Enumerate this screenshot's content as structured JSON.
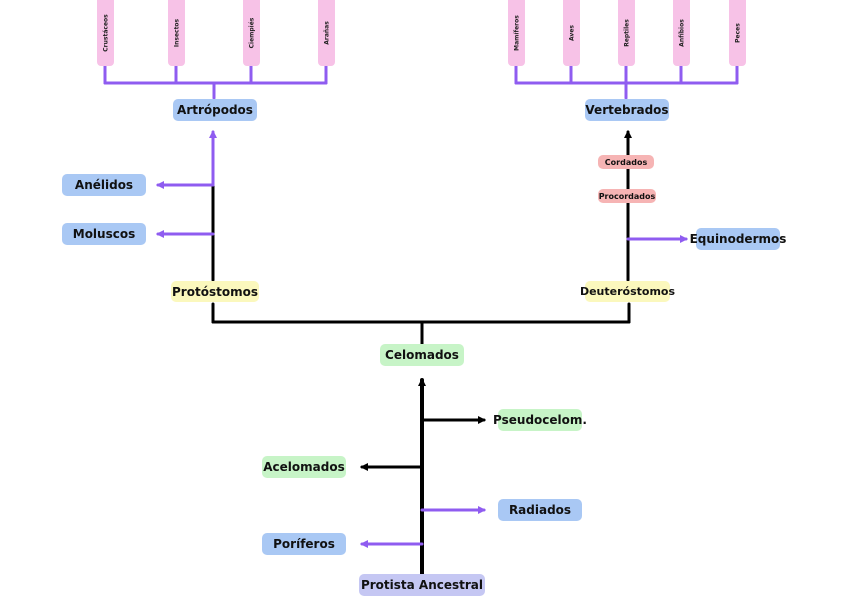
{
  "nodes": {
    "root": "Protista Ancestral",
    "poriferos": "Poríferos",
    "radiados": "Radiados",
    "acelomados": "Acelomados",
    "pseudocelom": "Pseudocelom.",
    "celomados": "Celomados",
    "protostomos": "Protóstomos",
    "deuterostomos": "Deuteróstomos",
    "moluscos": "Moluscos",
    "anelidos": "Anélidos",
    "artropodos": "Artrópodos",
    "equinodermos": "Equinodermos",
    "procordados": "Procordados",
    "cordados": "Cordados",
    "vertebrados": "Vertebrados"
  },
  "artropodos_groups": [
    "Crustáceos",
    "Insectos",
    "Ciempiés",
    "Arañas"
  ],
  "vertebrados_groups": [
    "Mamíferos",
    "Aves",
    "Reptiles",
    "Anfíbios",
    "Peces"
  ],
  "colors": {
    "trunk": "#000000",
    "branch_purple": "#8f5cf0",
    "box_blue": "#a9c8f4",
    "box_green": "#c7f4c7",
    "box_yellow": "#fbf8bd",
    "box_lavender": "#c5c7f3",
    "box_pink": "#f7c2e7",
    "box_salmon": "#f6b4b4"
  }
}
